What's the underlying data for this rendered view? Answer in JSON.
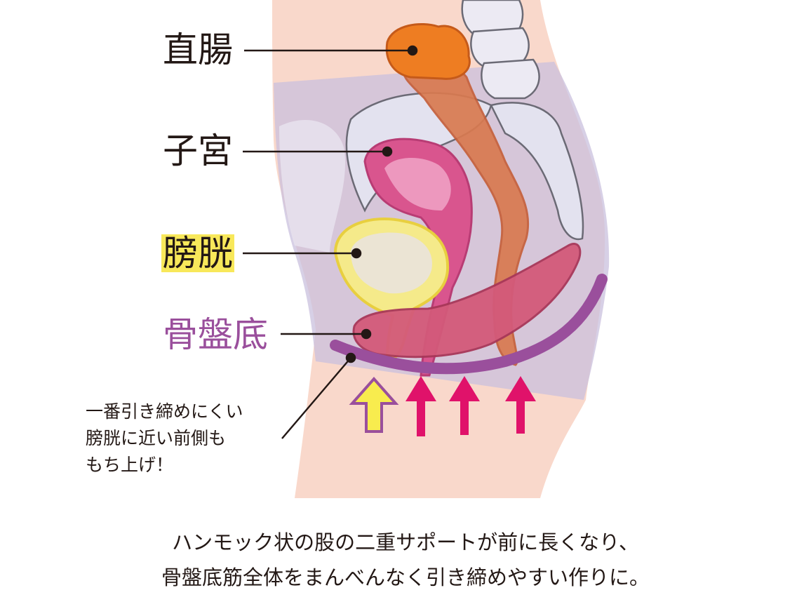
{
  "labels": {
    "rectum": "直腸",
    "uterus": "子宮",
    "bladder": "膀胱",
    "pelvic_floor": "骨盤底"
  },
  "note": {
    "line1": "一番引き締めにくい",
    "line2": "膀胱に近い前側も",
    "line3": "もち上げ！"
  },
  "caption": {
    "line1": "ハンモック状の股の二重サポートが前に長くなり、",
    "line2": "骨盤底筋全体をまんべんなく引き締めやすい作りに。"
  },
  "colors": {
    "skin": "#f9d8cb",
    "pelvis_band": "#c9c0dd",
    "rectum": "#d97a50",
    "rectum_top": "#ee7d22",
    "uterus": "#d9558e",
    "bladder": "#f5ea8a",
    "muscle": "#d35a7a",
    "pelvic_floor": "#9a4f9c",
    "arrow_magenta": "#e0126a",
    "arrow_yellow": "#f8ec4e"
  }
}
